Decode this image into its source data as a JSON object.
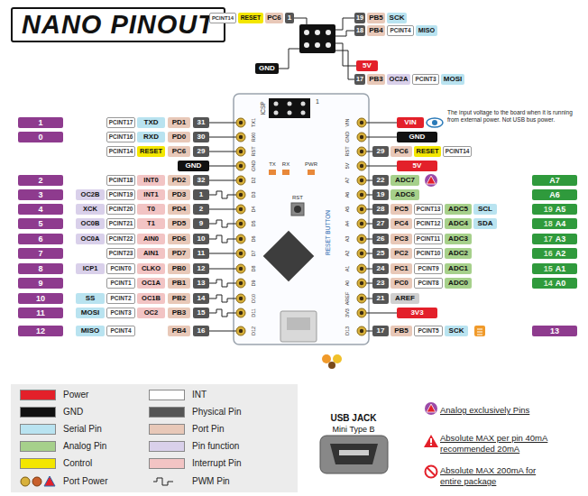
{
  "diagram": {
    "title": "NANO PINOUT",
    "nodes": [
      {
        "text": [
          "PCINT14"
        ]
      },
      {
        "text": [
          "RESET"
        ]
      },
      {
        "text": [
          "PC6"
        ]
      },
      {
        "text": [
          "1"
        ]
      },
      {
        "text": [
          "19"
        ]
      },
      {
        "text": [
          "PB5"
        ]
      },
      {
        "text": [
          "SCK"
        ]
      },
      {
        "text": [
          "18"
        ]
      },
      {
        "text": [
          "PB4"
        ]
      },
      {
        "text": [
          "PCINT4"
        ]
      },
      {
        "text": [
          "MISO"
        ]
      },
      {
        "text": [
          "GND"
        ]
      },
      {
        "text": [
          "5V"
        ]
      },
      {
        "text": [
          "17"
        ]
      },
      {
        "text": [
          "PB3"
        ]
      },
      {
        "text": [
          "OC2A"
        ]
      },
      {
        "text": [
          "PCINT3"
        ]
      },
      {
        "text": [
          "MOSI"
        ]
      },
      {
        "text": [
          "1"
        ]
      },
      {
        "text": [
          "PCINT17"
        ]
      },
      {
        "text": [
          "TXD"
        ]
      },
      {
        "text": [
          "PD1"
        ]
      },
      {
        "text": [
          "31"
        ]
      },
      {
        "text": [
          "VIN"
        ]
      },
      {
        "text": [
          "0"
        ]
      },
      {
        "text": [
          "PCINT16"
        ]
      },
      {
        "text": [
          "RXD"
        ]
      },
      {
        "text": [
          "PD0"
        ]
      },
      {
        "text": [
          "30"
        ]
      },
      {
        "text": [
          "GND"
        ]
      },
      {
        "text": [
          "PCINT14"
        ]
      },
      {
        "text": [
          "RESET"
        ]
      },
      {
        "text": [
          "PC6"
        ]
      },
      {
        "text": [
          "29"
        ]
      },
      {
        "text": [
          "29"
        ]
      },
      {
        "text": [
          "PC6"
        ]
      },
      {
        "text": [
          "RESET"
        ]
      },
      {
        "text": [
          "PCINT14"
        ]
      },
      {
        "text": [
          "GND"
        ]
      },
      {
        "text": [
          "5V"
        ]
      },
      {
        "text": [
          "2"
        ]
      },
      {
        "text": [
          "PCINT18"
        ]
      },
      {
        "text": [
          "INT0"
        ]
      },
      {
        "text": [
          "PD2"
        ]
      },
      {
        "text": [
          "32"
        ]
      },
      {
        "text": [
          "22"
        ]
      },
      {
        "text": [
          "ADC7"
        ]
      },
      {
        "text": [
          "A7"
        ]
      },
      {
        "text": [
          "3"
        ]
      },
      {
        "text": [
          "OC2B"
        ]
      },
      {
        "text": [
          "PCINT19"
        ]
      },
      {
        "text": [
          "INT1"
        ]
      },
      {
        "text": [
          "PD3"
        ]
      },
      {
        "text": [
          "1"
        ]
      },
      {
        "text": [
          "19"
        ]
      },
      {
        "text": [
          "ADC6"
        ]
      },
      {
        "text": [
          "A6"
        ]
      },
      {
        "text": [
          "4"
        ]
      },
      {
        "text": [
          "XCK"
        ]
      },
      {
        "text": [
          "PCINT20"
        ]
      },
      {
        "text": [
          "T0"
        ]
      },
      {
        "text": [
          "PD4"
        ]
      },
      {
        "text": [
          "2"
        ]
      },
      {
        "text": [
          "28"
        ]
      },
      {
        "text": [
          "PC5"
        ]
      },
      {
        "text": [
          "PCINT13"
        ]
      },
      {
        "text": [
          "ADC5"
        ]
      },
      {
        "text": [
          "SCL"
        ]
      },
      {
        "text": [
          "19",
          "A5"
        ]
      },
      {
        "text": [
          "5"
        ]
      },
      {
        "text": [
          "OC0B"
        ]
      },
      {
        "text": [
          "PCINT21"
        ]
      },
      {
        "text": [
          "T1"
        ]
      },
      {
        "text": [
          "PD5"
        ]
      },
      {
        "text": [
          "9"
        ]
      },
      {
        "text": [
          "27"
        ]
      },
      {
        "text": [
          "PC4"
        ]
      },
      {
        "text": [
          "PCINT12"
        ]
      },
      {
        "text": [
          "ADC4"
        ]
      },
      {
        "text": [
          "SDA"
        ]
      },
      {
        "text": [
          "18",
          "A4"
        ]
      },
      {
        "text": [
          "6"
        ]
      },
      {
        "text": [
          "OC0A"
        ]
      },
      {
        "text": [
          "PCINT22"
        ]
      },
      {
        "text": [
          "AIN0"
        ]
      },
      {
        "text": [
          "PD6"
        ]
      },
      {
        "text": [
          "10"
        ]
      },
      {
        "text": [
          "26"
        ]
      },
      {
        "text": [
          "PC3"
        ]
      },
      {
        "text": [
          "PCINT11"
        ]
      },
      {
        "text": [
          "ADC3"
        ]
      },
      {
        "text": [
          "17",
          "A3"
        ]
      },
      {
        "text": [
          "7"
        ]
      },
      {
        "text": [
          "PCINT23"
        ]
      },
      {
        "text": [
          "AIN1"
        ]
      },
      {
        "text": [
          "PD7"
        ]
      },
      {
        "text": [
          "11"
        ]
      },
      {
        "text": [
          "25"
        ]
      },
      {
        "text": [
          "PC2"
        ]
      },
      {
        "text": [
          "PCINT10"
        ]
      },
      {
        "text": [
          "ADC2"
        ]
      },
      {
        "text": [
          "16",
          "A2"
        ]
      },
      {
        "text": [
          "8"
        ]
      },
      {
        "text": [
          "ICP1"
        ]
      },
      {
        "text": [
          "PCINT0"
        ]
      },
      {
        "text": [
          "CLKO"
        ]
      },
      {
        "text": [
          "PB0"
        ]
      },
      {
        "text": [
          "12"
        ]
      },
      {
        "text": [
          "24"
        ]
      },
      {
        "text": [
          "PC1"
        ]
      },
      {
        "text": [
          "PCINT9"
        ]
      },
      {
        "text": [
          "ADC1"
        ]
      },
      {
        "text": [
          "15",
          "A1"
        ]
      },
      {
        "text": [
          "9"
        ]
      },
      {
        "text": [
          "PCINT1"
        ]
      },
      {
        "text": [
          "OC1A"
        ]
      },
      {
        "text": [
          "PB1"
        ]
      },
      {
        "text": [
          "13"
        ]
      },
      {
        "text": [
          "23"
        ]
      },
      {
        "text": [
          "PC0"
        ]
      },
      {
        "text": [
          "PCINT8"
        ]
      },
      {
        "text": [
          "ADC0"
        ]
      },
      {
        "text": [
          "14",
          "A0"
        ]
      },
      {
        "text": [
          "10"
        ]
      },
      {
        "text": [
          "SS"
        ]
      },
      {
        "text": [
          "PCINT2"
        ]
      },
      {
        "text": [
          "OC1B"
        ]
      },
      {
        "text": [
          "PB2"
        ]
      },
      {
        "text": [
          "14"
        ]
      },
      {
        "text": [
          "21"
        ]
      },
      {
        "text": [
          "AREF"
        ]
      },
      {
        "text": [
          "11"
        ]
      },
      {
        "text": [
          "MOSI"
        ]
      },
      {
        "text": [
          "PCINT3"
        ]
      },
      {
        "text": [
          "OC2"
        ]
      },
      {
        "text": [
          "PB3"
        ]
      },
      {
        "text": [
          "15"
        ]
      },
      {
        "text": [
          "3V3"
        ]
      },
      {
        "text": [
          "12"
        ]
      },
      {
        "text": [
          "MISO"
        ]
      },
      {
        "text": [
          "PCINT4"
        ]
      },
      {
        "text": [
          "PB4"
        ]
      },
      {
        "text": [
          "16"
        ]
      },
      {
        "text": [
          "17"
        ]
      },
      {
        "text": [
          "PB5"
        ]
      },
      {
        "text": [
          "PCINT5"
        ]
      },
      {
        "text": [
          "SCK"
        ]
      },
      {
        "text": [
          "13"
        ]
      }
    ],
    "labels": [
      "ICSP",
      "1",
      "TX1",
      "RX0",
      "RST",
      "GND",
      "D2",
      "D3",
      "D4",
      "D5",
      "D6",
      "D7",
      "D8",
      "D9",
      "D10",
      "D11",
      "D12",
      "VIN",
      "GND",
      "RST",
      "5V",
      "A7",
      "A6",
      "A5",
      "A4",
      "A3",
      "A2",
      "A1",
      "A0",
      "AREF",
      "3V3",
      "D13",
      "TX",
      "RX",
      "PWR",
      "RST",
      "RESET BUTTON",
      "The input voltage to the board when it is running from external power. Not USB bus power.",
      "USB JACK",
      "Mini Type B"
    ],
    "legend": [
      {
        "text": "Power",
        "color": "#e3202a"
      },
      {
        "text": "GND",
        "color": "#111111"
      },
      {
        "text": "Serial Pin",
        "color": "#b9e3f0"
      },
      {
        "text": "Analog Pin",
        "color": "#a6d08b"
      },
      {
        "text": "Control",
        "color": "#f3e600"
      },
      {
        "text": "Port Power"
      },
      {
        "text": "INT",
        "color": "#ffffff"
      },
      {
        "text": "Physical Pin",
        "color": "#555555"
      },
      {
        "text": "Port Pin",
        "color": "#e8c8b8"
      },
      {
        "text": "Pin function",
        "color": "#d9d0ea"
      },
      {
        "text": "Interrupt Pin",
        "color": "#f2c4c4"
      },
      {
        "text": "PWM Pin"
      },
      {
        "text": "Analog exclusively Pins"
      },
      {
        "text": "Absolute MAX per pin 40mA recommended 20mA"
      },
      {
        "text": "Absolute MAX 200mA for entire package"
      }
    ]
  }
}
